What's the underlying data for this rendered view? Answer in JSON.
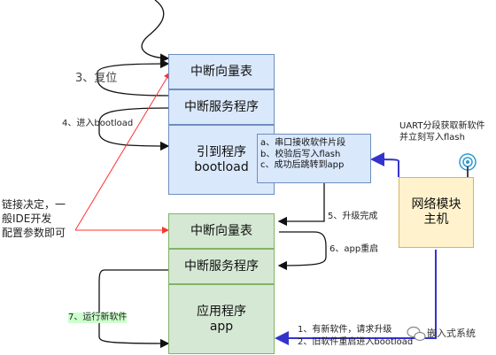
{
  "boot_vector_table": "中断向量表",
  "boot_isr": "中断服务程序",
  "bootloader": {
    "line1": "引到程序",
    "line2": "bootload"
  },
  "bootloader_steps": [
    "a、串口接收软件片段",
    "b、校验后写入flash",
    "c、成功后跳转到app"
  ],
  "app_vector_table": "中断向量表",
  "app_isr": "中断服务程序",
  "app": {
    "line1": "应用程序",
    "line2": "app"
  },
  "network_module": {
    "line1": "网络模块",
    "line2": "主机"
  },
  "uart_note": {
    "line1": "UART分段获取新软件",
    "line2": "并立刻写入flash"
  },
  "step3": "3、复位",
  "step4": "4、进入bootload",
  "step5": "5、升级完成",
  "step6": "6、app重启",
  "step7": "7、运行新软件",
  "step1": "1、有新软件，请求升级",
  "step2": "2、旧软件重启进入bootload",
  "link_note": {
    "line1": "链接决定，一",
    "line2": "般IDE开发",
    "line3": "配置参数即可"
  },
  "watermark": "嵌入式系统",
  "colors": {
    "blue_fill": "#dae8fc",
    "green_fill": "#d5e8d4",
    "yellow_fill": "#fff2cc",
    "red_arrow": "#ff3333",
    "blue_arrow": "#3333cc"
  }
}
